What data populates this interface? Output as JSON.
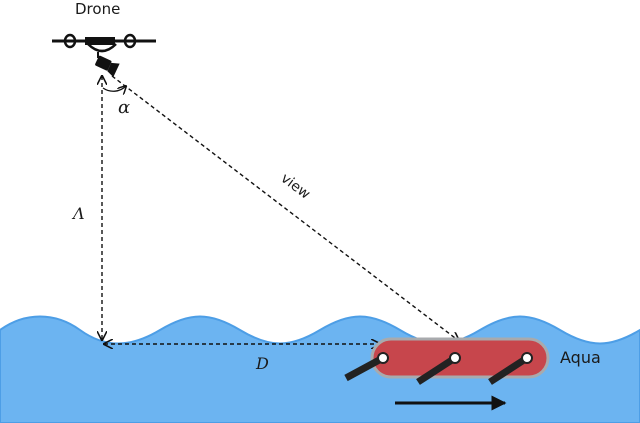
{
  "labels": {
    "drone": "Drone",
    "alpha": "α",
    "view": "view",
    "altitude": "Λ",
    "distance": "D",
    "robot": "Aqua"
  },
  "colors": {
    "water": "#6cb4f1",
    "water_edge": "#4d9ee6",
    "robot_body": "#c7464c",
    "robot_outline": "#a8aaad",
    "line": "#111111"
  }
}
